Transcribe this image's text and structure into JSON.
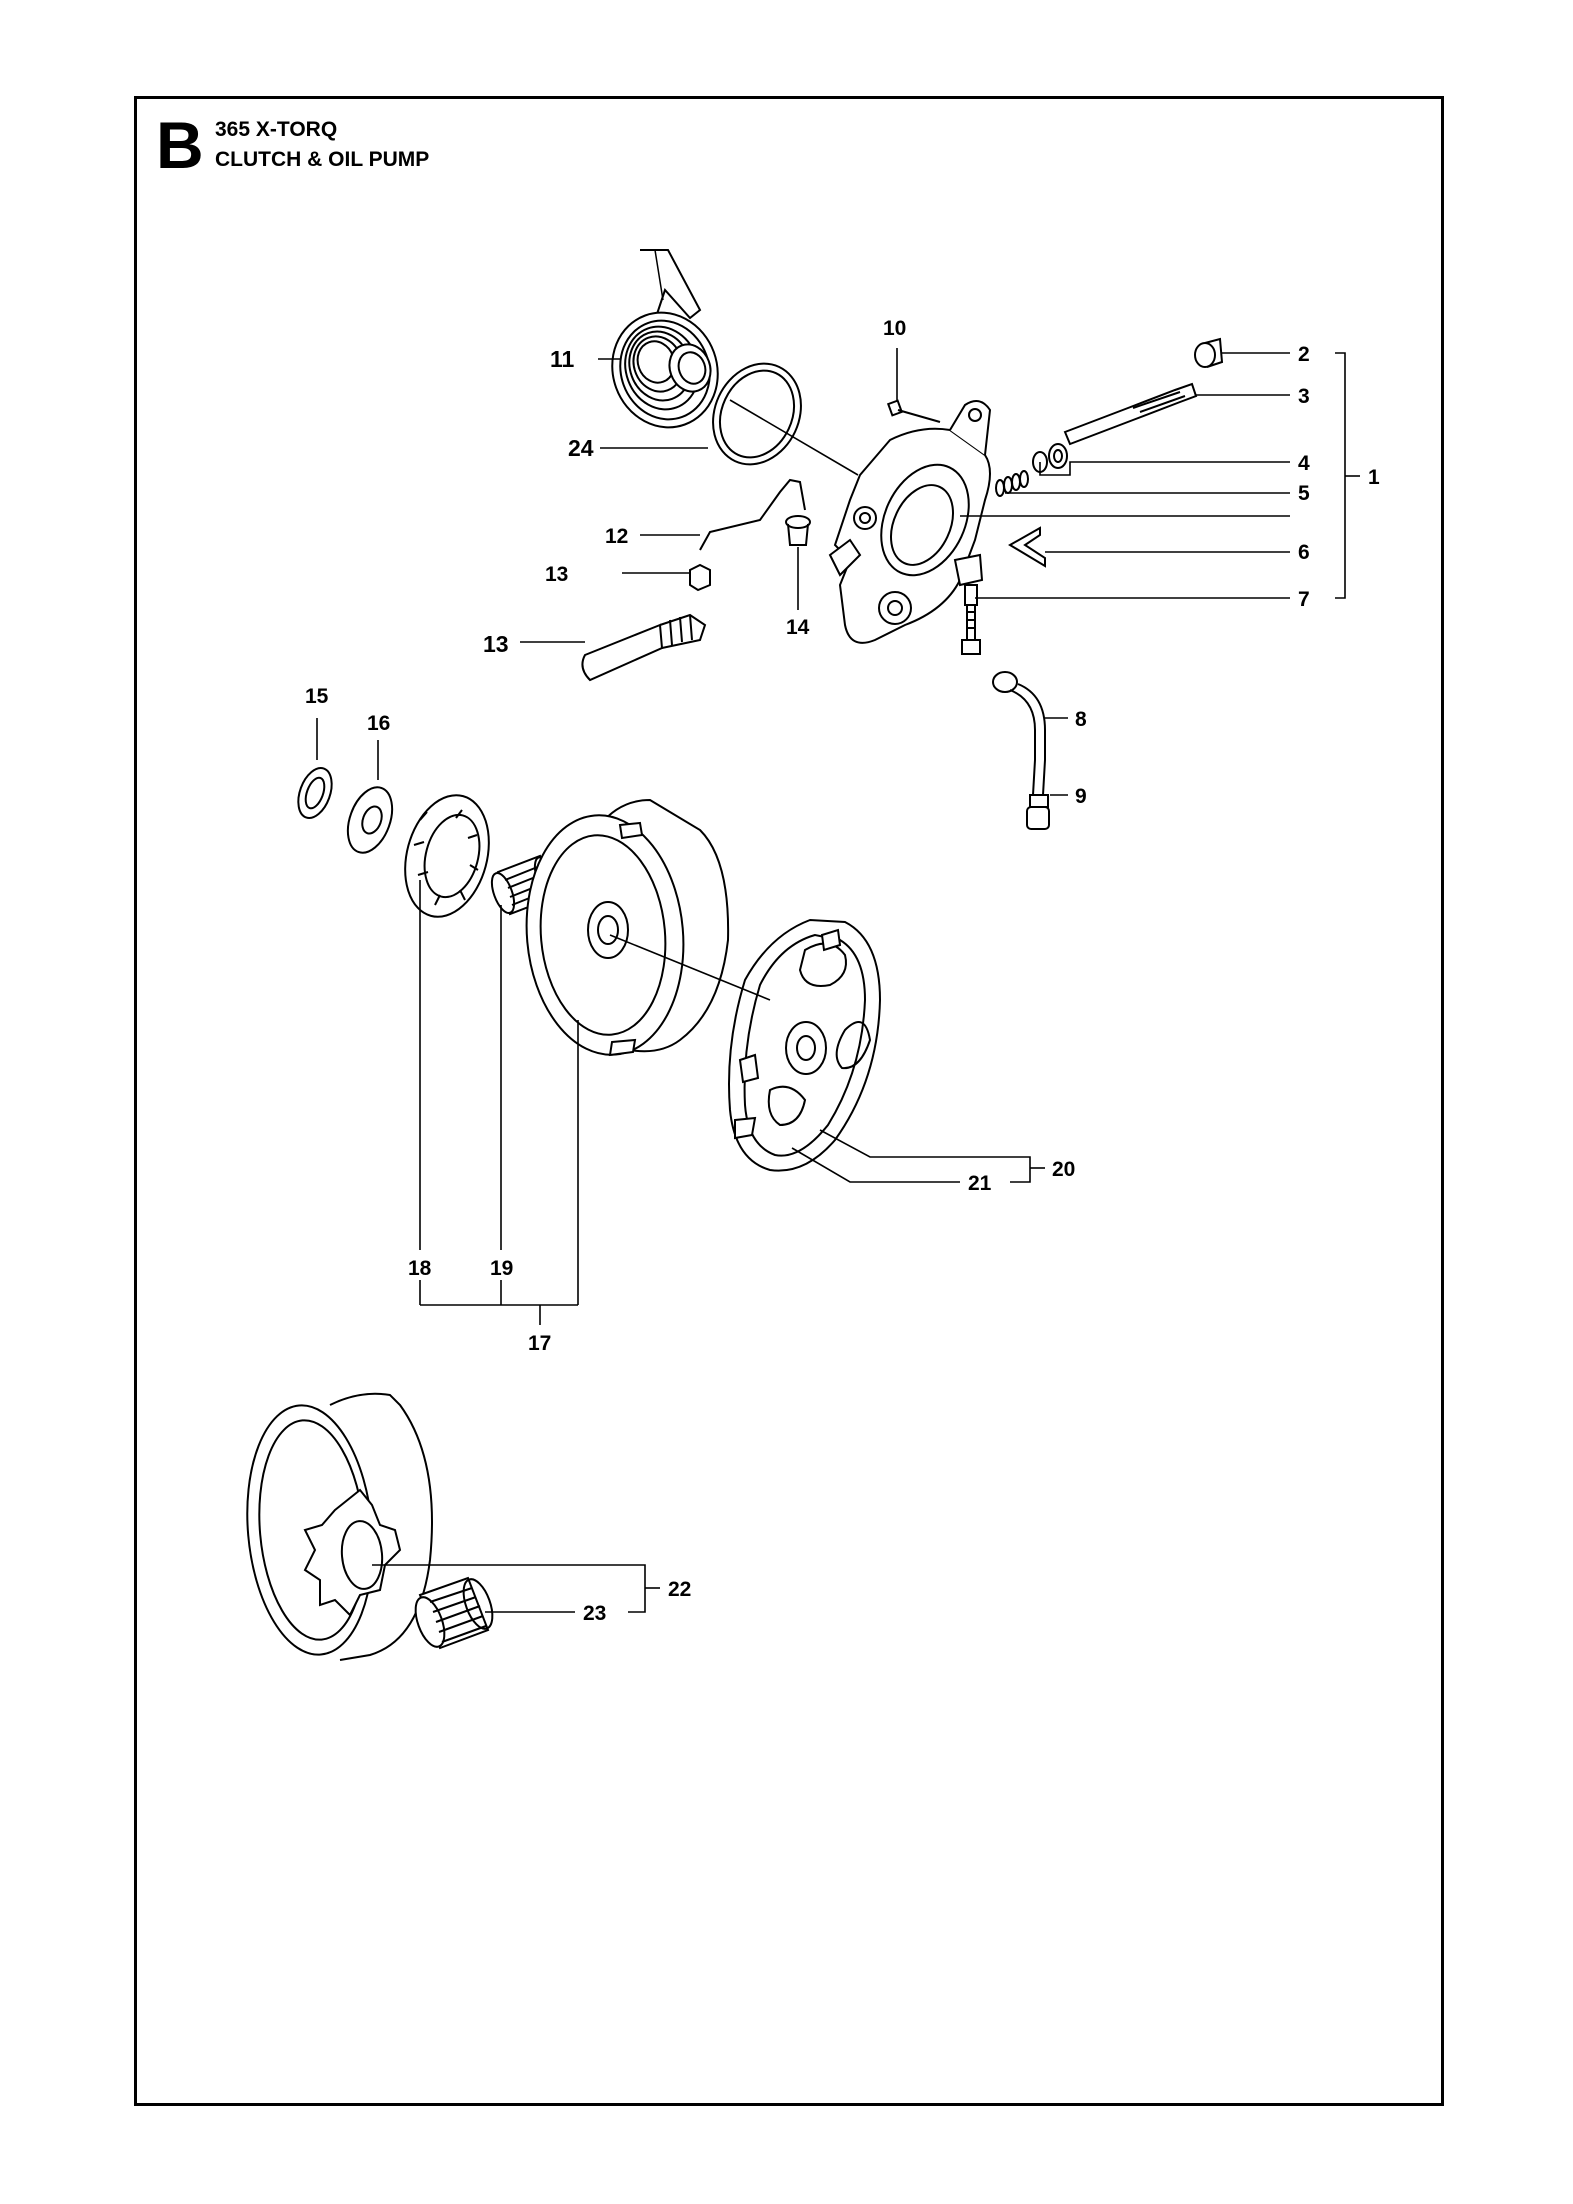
{
  "header": {
    "section_letter": "B",
    "model": "365 X-TORQ",
    "title": "CLUTCH & OIL PUMP"
  },
  "callouts": {
    "c1": "1",
    "c2": "2",
    "c3": "3",
    "c4": "4",
    "c5": "5",
    "c6": "6",
    "c7": "7",
    "c8": "8",
    "c9": "9",
    "c10": "10",
    "c11": "11",
    "c12": "12",
    "c13a": "13",
    "c13b": "13",
    "c14": "14",
    "c15": "15",
    "c16": "16",
    "c17": "17",
    "c18": "18",
    "c19": "19",
    "c20": "20",
    "c21": "21",
    "c22": "22",
    "c23": "23",
    "c24": "24"
  },
  "icons": {
    "worm-gear": "worm-gear-icon",
    "oil-pump-housing": "oil-pump-housing-icon",
    "clutch-drum": "clutch-drum-icon",
    "clutch-shoes": "clutch-shoes-icon",
    "spur-sprocket-drum": "spur-sprocket-icon"
  }
}
